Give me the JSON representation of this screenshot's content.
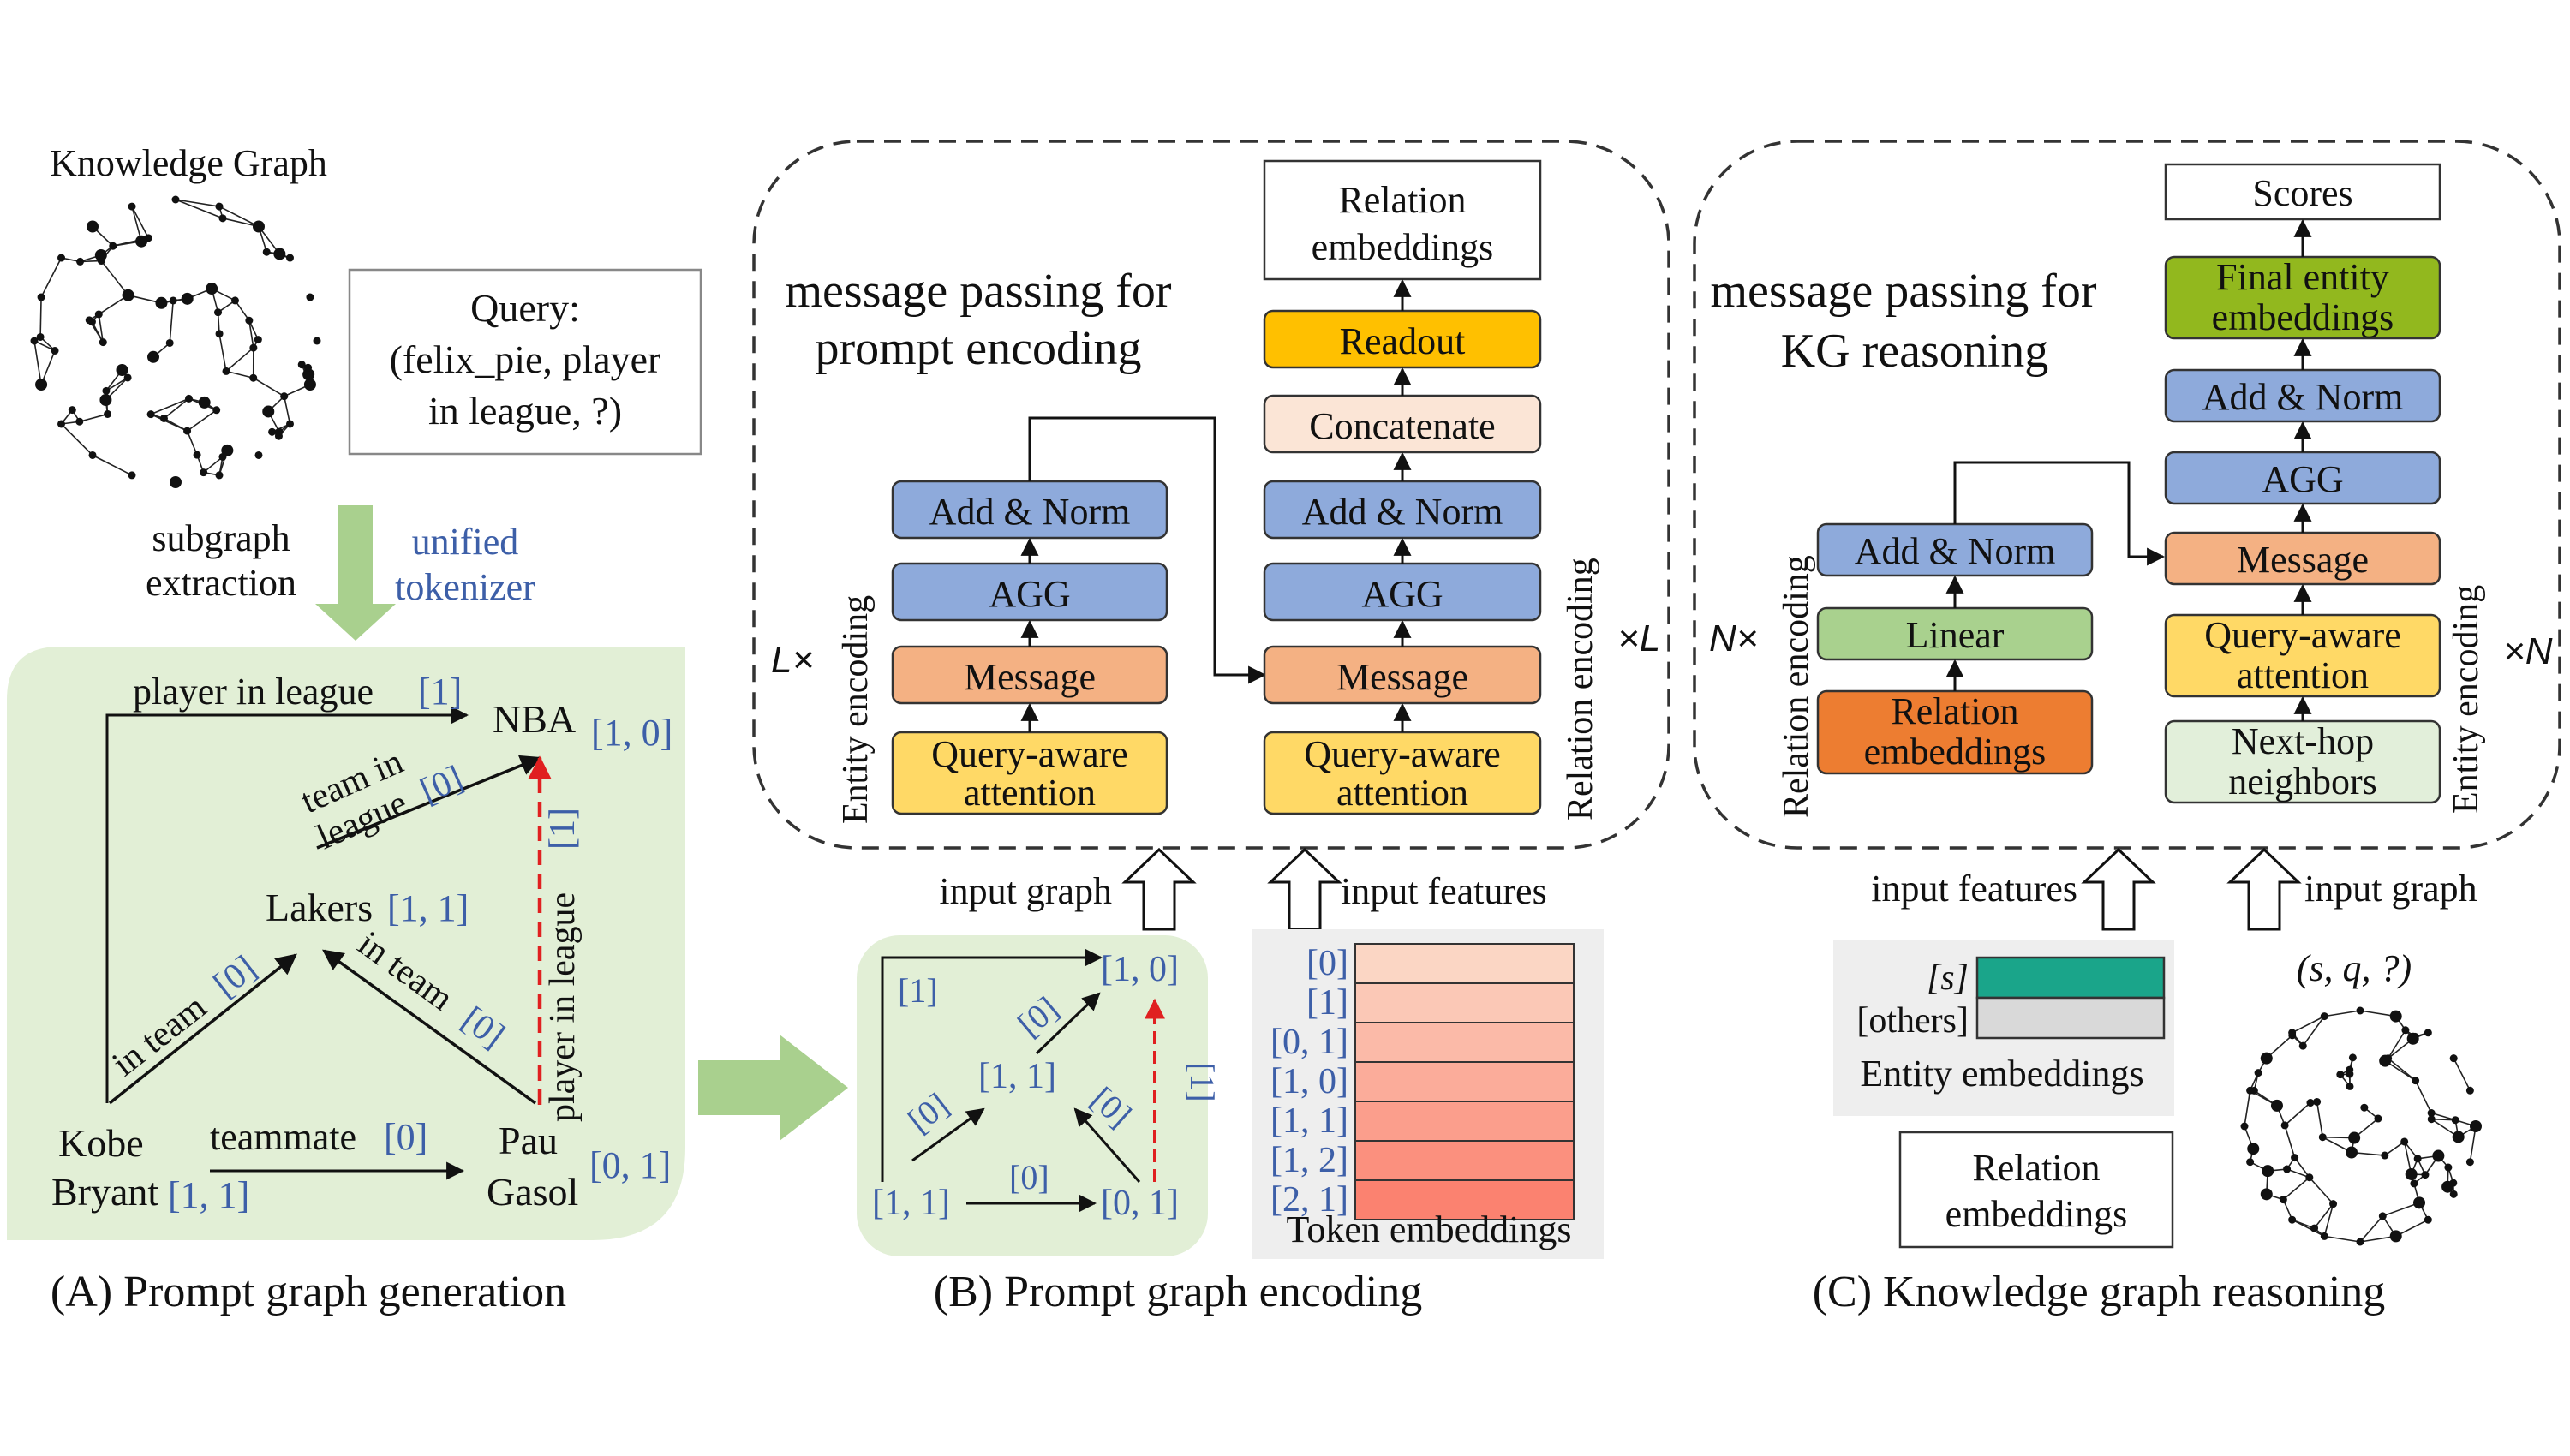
{
  "colors": {
    "blue_text": "#3d5fa8",
    "panel_green": "#e2efd6",
    "arrow_green": "#a9d08e",
    "red_dashed": "#e02020",
    "block_blue": "#8eaadb",
    "block_salmon": "#f4b183",
    "block_yellow": "#ffd966",
    "block_gold": "#ffc000",
    "block_peach": "#fbe5d6",
    "block_light_green": "#a9d18e",
    "block_orange": "#ed7d31",
    "block_olive": "#92b81e",
    "block_mint": "#e2efda",
    "teal": "#1aa58a",
    "gray": "#d9d9d9"
  },
  "panel_a": {
    "kg_title": "Knowledge Graph",
    "query": [
      "Query:",
      "(felix_pie, player",
      "in league, ?)"
    ],
    "subgraph_extraction": [
      "subgraph",
      "extraction"
    ],
    "unified_tokenizer": [
      "unified",
      "tokenizer"
    ],
    "nodes": {
      "nba": "NBA",
      "nba_token": "[1, 0]",
      "lakers": "Lakers",
      "lakers_token": "[1, 1]",
      "kobe": [
        "Kobe",
        "Bryant"
      ],
      "kobe_token": "[1, 1]",
      "pau": [
        "Pau",
        "Gasol"
      ],
      "pau_token": "[0, 1]"
    },
    "edges": {
      "player_in_league": "player in league",
      "player_in_league_token": "[1]",
      "team_in_league": [
        "team in",
        "league"
      ],
      "team_in_league_token": "[0]",
      "in_team_left": "in team",
      "in_team_left_token": "[0]",
      "in_team_right": "in team",
      "in_team_right_token": "[0]",
      "teammate": "teammate",
      "teammate_token": "[0]",
      "pau_player_in_league": "player in league",
      "pau_player_in_league_token": "[1]"
    },
    "caption": "(A) Prompt graph generation"
  },
  "panel_b": {
    "title": [
      "message passing for",
      "prompt encoding"
    ],
    "entity_encoding": "Entity encoding",
    "relation_encoding": "Relation encoding",
    "loop_left": "L×",
    "loop_right": "×L",
    "entity_blocks": {
      "add_norm": "Add & Norm",
      "agg": "AGG",
      "message": "Message",
      "attention": [
        "Query-aware",
        "attention"
      ]
    },
    "relation_blocks": {
      "output": [
        "Relation",
        "embeddings"
      ],
      "readout": "Readout",
      "concatenate": "Concatenate",
      "add_norm": "Add & Norm",
      "agg": "AGG",
      "message": "Message",
      "attention": [
        "Query-aware",
        "attention"
      ]
    },
    "input_graph": "input graph",
    "input_features": "input features",
    "mini_graph": {
      "top_right": "[1, 0]",
      "middle": "[1, 1]",
      "bottom_left": "[1, 1]",
      "bottom_right": "[0, 1]",
      "edge_top": "[1]",
      "edge_mid_upper": "[0]",
      "edge_left_lower": "[0]",
      "edge_right_lower": "[0]",
      "edge_bottom": "[0]",
      "edge_red": "[1]"
    },
    "tokens": [
      "[0]",
      "[1]",
      "[0, 1]",
      "[1, 0]",
      "[1, 1]",
      "[1, 2]",
      "[2, 1]"
    ],
    "token_embeddings": "Token embeddings",
    "caption": "(B) Prompt graph encoding"
  },
  "panel_c": {
    "title": [
      "message passing for",
      "KG reasoning"
    ],
    "relation_encoding": "Relation encoding",
    "entity_encoding": "Entity encoding",
    "loop_left": "N×",
    "loop_right": "×N",
    "relation_blocks": {
      "add_norm": "Add & Norm",
      "linear": "Linear",
      "input": [
        "Relation",
        "embeddings"
      ]
    },
    "entity_blocks": {
      "scores": "Scores",
      "final": [
        "Final entity",
        "embeddings"
      ],
      "add_norm": "Add & Norm",
      "agg": "AGG",
      "message": "Message",
      "attention": [
        "Query-aware",
        "attention"
      ],
      "neighbors": [
        "Next-hop",
        "neighbors"
      ]
    },
    "input_features": "input features",
    "input_graph": "input graph",
    "entity_embeddings": {
      "s_label": "[s]",
      "others_label": "[others]",
      "caption": "Entity embeddings"
    },
    "relation_embeddings_box": [
      "Relation",
      "embeddings"
    ],
    "query_triple": "(s, q, ?)",
    "caption": "(C) Knowledge graph reasoning"
  }
}
